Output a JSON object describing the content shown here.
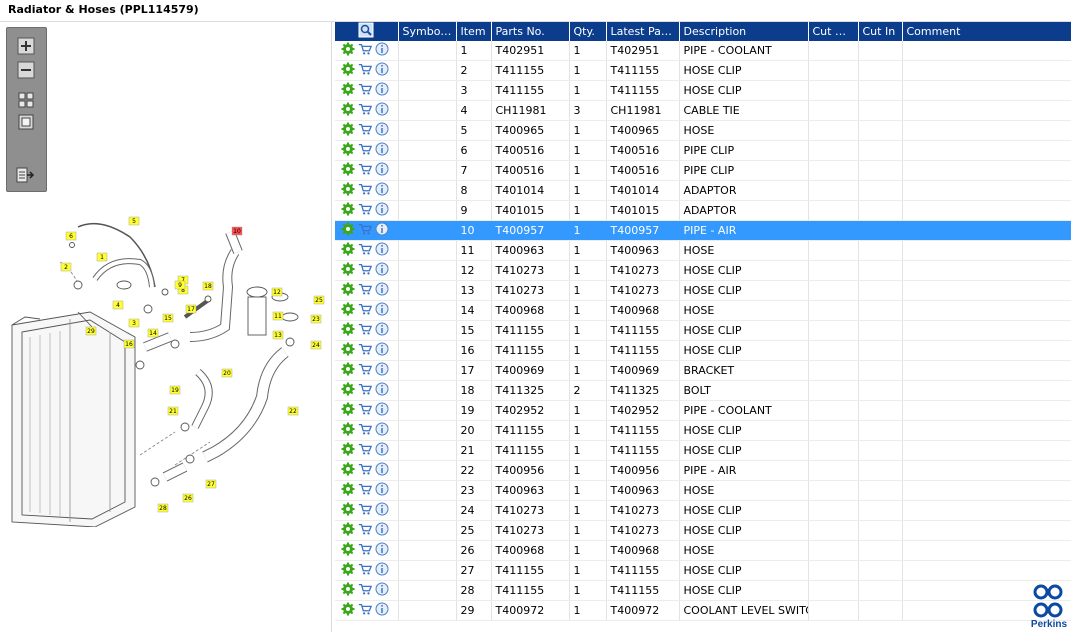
{
  "title": "Radiator & Hoses (PPL114579)",
  "toolbar": {
    "buttons": [
      {
        "name": "zoom-in-icon"
      },
      {
        "name": "zoom-out-icon"
      },
      {
        "name": "grid-view-icon"
      },
      {
        "name": "fit-view-icon"
      },
      {
        "name": "export-list-icon"
      }
    ]
  },
  "table": {
    "columns": [
      "Symbol(s)",
      "Item",
      "Parts No.",
      "Qty.",
      "Latest Part...",
      "Description",
      "Cut Out",
      "Cut In",
      "Comment"
    ],
    "selected_item": "10",
    "rows": [
      {
        "item": "1",
        "part": "T402951",
        "qty": "1",
        "latest": "T402951",
        "desc": "PIPE - COOLANT"
      },
      {
        "item": "2",
        "part": "T411155",
        "qty": "1",
        "latest": "T411155",
        "desc": "HOSE CLIP"
      },
      {
        "item": "3",
        "part": "T411155",
        "qty": "1",
        "latest": "T411155",
        "desc": "HOSE CLIP"
      },
      {
        "item": "4",
        "part": "CH11981",
        "qty": "3",
        "latest": "CH11981",
        "desc": "CABLE TIE"
      },
      {
        "item": "5",
        "part": "T400965",
        "qty": "1",
        "latest": "T400965",
        "desc": "HOSE"
      },
      {
        "item": "6",
        "part": "T400516",
        "qty": "1",
        "latest": "T400516",
        "desc": "PIPE CLIP"
      },
      {
        "item": "7",
        "part": "T400516",
        "qty": "1",
        "latest": "T400516",
        "desc": "PIPE CLIP"
      },
      {
        "item": "8",
        "part": "T401014",
        "qty": "1",
        "latest": "T401014",
        "desc": "ADAPTOR"
      },
      {
        "item": "9",
        "part": "T401015",
        "qty": "1",
        "latest": "T401015",
        "desc": "ADAPTOR"
      },
      {
        "item": "10",
        "part": "T400957",
        "qty": "1",
        "latest": "T400957",
        "desc": "PIPE - AIR"
      },
      {
        "item": "11",
        "part": "T400963",
        "qty": "1",
        "latest": "T400963",
        "desc": "HOSE"
      },
      {
        "item": "12",
        "part": "T410273",
        "qty": "1",
        "latest": "T410273",
        "desc": "HOSE CLIP"
      },
      {
        "item": "13",
        "part": "T410273",
        "qty": "1",
        "latest": "T410273",
        "desc": "HOSE CLIP"
      },
      {
        "item": "14",
        "part": "T400968",
        "qty": "1",
        "latest": "T400968",
        "desc": "HOSE"
      },
      {
        "item": "15",
        "part": "T411155",
        "qty": "1",
        "latest": "T411155",
        "desc": "HOSE CLIP"
      },
      {
        "item": "16",
        "part": "T411155",
        "qty": "1",
        "latest": "T411155",
        "desc": "HOSE CLIP"
      },
      {
        "item": "17",
        "part": "T400969",
        "qty": "1",
        "latest": "T400969",
        "desc": "BRACKET"
      },
      {
        "item": "18",
        "part": "T411325",
        "qty": "2",
        "latest": "T411325",
        "desc": "BOLT"
      },
      {
        "item": "19",
        "part": "T402952",
        "qty": "1",
        "latest": "T402952",
        "desc": "PIPE - COOLANT"
      },
      {
        "item": "20",
        "part": "T411155",
        "qty": "1",
        "latest": "T411155",
        "desc": "HOSE CLIP"
      },
      {
        "item": "21",
        "part": "T411155",
        "qty": "1",
        "latest": "T411155",
        "desc": "HOSE CLIP"
      },
      {
        "item": "22",
        "part": "T400956",
        "qty": "1",
        "latest": "T400956",
        "desc": "PIPE - AIR"
      },
      {
        "item": "23",
        "part": "T400963",
        "qty": "1",
        "latest": "T400963",
        "desc": "HOSE"
      },
      {
        "item": "24",
        "part": "T410273",
        "qty": "1",
        "latest": "T410273",
        "desc": "HOSE CLIP"
      },
      {
        "item": "25",
        "part": "T410273",
        "qty": "1",
        "latest": "T410273",
        "desc": "HOSE CLIP"
      },
      {
        "item": "26",
        "part": "T400968",
        "qty": "1",
        "latest": "T400968",
        "desc": "HOSE"
      },
      {
        "item": "27",
        "part": "T411155",
        "qty": "1",
        "latest": "T411155",
        "desc": "HOSE CLIP"
      },
      {
        "item": "28",
        "part": "T411155",
        "qty": "1",
        "latest": "T411155",
        "desc": "HOSE CLIP"
      },
      {
        "item": "29",
        "part": "T400972",
        "qty": "1",
        "latest": "T400972",
        "desc": "COOLANT LEVEL SWITCH"
      }
    ]
  },
  "diagram": {
    "callouts": [
      "1",
      "2",
      "3",
      "4",
      "5",
      "6",
      "7",
      "8",
      "9",
      "10",
      "11",
      "12",
      "13",
      "14",
      "15",
      "16",
      "17",
      "18",
      "19",
      "20",
      "21",
      "22",
      "23",
      "24",
      "25",
      "26",
      "27",
      "28",
      "29"
    ],
    "highlighted": "10"
  },
  "logo": {
    "text": "Perkins"
  },
  "colors": {
    "header": "#0b3d8c",
    "selection": "#3399ff",
    "callout": "#ffff33",
    "callout_highlight": "#ff4d4d",
    "gear": "#3aa81a",
    "cart": "#3a72c4",
    "info": "#4a7fc7"
  }
}
